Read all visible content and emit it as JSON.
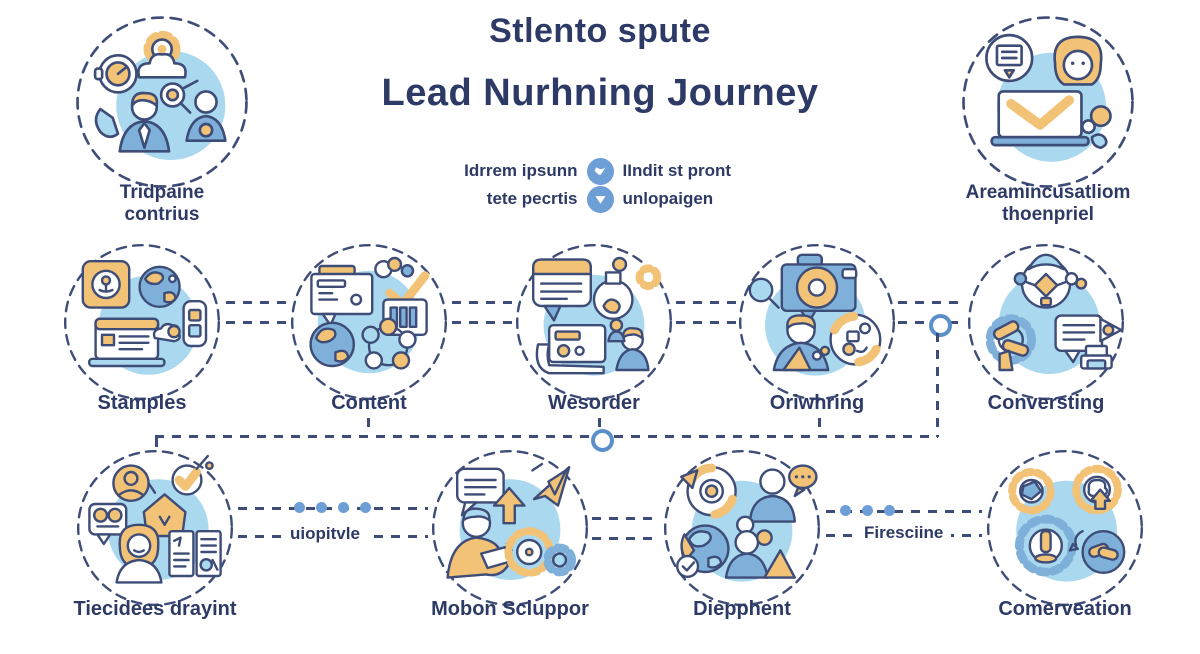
{
  "colors": {
    "navy_text": "#2e3a66",
    "outline": "#3e4d78",
    "light_blue": "#aad8ef",
    "mid_blue": "#7fb0da",
    "accent_blue": "#6d9ed6",
    "orange": "#f2c276",
    "background": "#ffffff"
  },
  "header": {
    "title_line1": "Stlento spute",
    "title_line2": "Lead Nurhning Journey",
    "legend": {
      "rows": [
        {
          "left": "Idrrem ipsunn",
          "icon": "bird-badge-icon",
          "right": "IIndit st pront"
        },
        {
          "left": "tete pecrtis",
          "icon": "funnel-badge-icon",
          "right": "unlopaigen"
        }
      ]
    }
  },
  "corner_nodes": [
    {
      "id": "tridpaine",
      "label_line1": "Tridpaine",
      "label_line2": "contrius",
      "icons": [
        "gauge-icon",
        "gear-lightbulb-icon",
        "magnifier-icon",
        "person-tie-icon",
        "person-icon"
      ]
    },
    {
      "id": "areamincusatliom",
      "label_line1": "Areamincusatliom",
      "label_line2": "thoenpriel",
      "icons": [
        "document-badge-icon",
        "woman-face-icon",
        "laptop-envelope-icon",
        "blob-icon"
      ]
    }
  ],
  "middle_row": [
    {
      "label": "Stamples",
      "icons": [
        "stamp-icon",
        "globe-icon",
        "phone-icon",
        "laptop-icon"
      ]
    },
    {
      "label": "Content",
      "icons": [
        "browser-bubble-icon",
        "check-calendar-icon",
        "globe-icon",
        "people-circle-icon"
      ]
    },
    {
      "label": "Wesorder",
      "icons": [
        "speech-bubble-icon",
        "flask-icon",
        "hand-tablet-icon",
        "people-icon"
      ]
    },
    {
      "label": "Oriwhring",
      "icons": [
        "camera-icon",
        "magnifier-icon",
        "person-icon",
        "process-ring-icon"
      ]
    },
    {
      "label": "Conversting",
      "icons": [
        "network-head-icon",
        "chat-tag-icon",
        "gear-hands-icon",
        "printer-icon"
      ]
    }
  ],
  "bottom_row": [
    {
      "label": "Tiecidees drayint",
      "icons": [
        "avatar-badge-icon",
        "check-pencil-icon",
        "house-icon",
        "faces-bubble-icon",
        "woman-icon",
        "documents-icon"
      ]
    },
    {
      "label": "Mobon Scluppor",
      "icons": [
        "speech-bubble-icon",
        "arrow-up-icon",
        "paper-plane-icon",
        "person-writing-icon",
        "gears-icon"
      ]
    },
    {
      "label": "Diepphent",
      "icons": [
        "wheel-icon",
        "person-icon",
        "dots-bubble-icon",
        "globe-check-icon",
        "person-triangle-icon"
      ]
    },
    {
      "label": "Comerveation",
      "icons": [
        "gear-tool-icon",
        "gear-cloud-icon",
        "big-gear-bolt-icon",
        "handshake-circle-icon"
      ]
    }
  ],
  "connectors": {
    "bottom_text_1": "uiopitvle",
    "bottom_text_2": "Firesciine"
  }
}
